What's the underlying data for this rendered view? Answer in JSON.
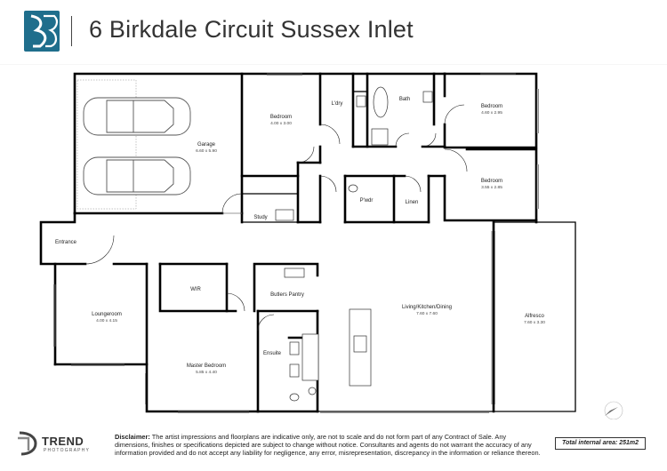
{
  "header": {
    "title": "6 Birkdale Circuit Sussex Inlet",
    "brand_color": "#1f6e8c"
  },
  "rooms": {
    "garage": {
      "name": "Garage",
      "dims": "6.60 x 5.90"
    },
    "bedroom_mid": {
      "name": "Bedroom",
      "dims": "4.00 x 3.00"
    },
    "laundry": {
      "name": "L'dry"
    },
    "bath": {
      "name": "Bath"
    },
    "bedroom_top_right": {
      "name": "Bedroom",
      "dims": "4.60 x 2.95"
    },
    "bedroom_right": {
      "name": "Bedroom",
      "dims": "3.55 x 2.85"
    },
    "powder": {
      "name": "P'wdr"
    },
    "linen": {
      "name": "Linen"
    },
    "study": {
      "name": "Study"
    },
    "entrance": {
      "name": "Entrance"
    },
    "wir": {
      "name": "WIR"
    },
    "butlers": {
      "name": "Butlers Pantry"
    },
    "loungeroom": {
      "name": "Loungeroom",
      "dims": "4.00 x 4.15"
    },
    "living": {
      "name": "Living/Kitchen/Dining",
      "dims": "7.60 x 7.60"
    },
    "alfresco": {
      "name": "Alfresco",
      "dims": "7.60 x 3.30"
    },
    "ensuite": {
      "name": "Ensuite"
    },
    "master": {
      "name": "Master Bedroom",
      "dims": "5.85 x 4.40"
    }
  },
  "footer": {
    "brand_name": "TREND",
    "brand_sub": "PHOTOGRAPHY",
    "disclaimer_label": "Disclaimer:",
    "disclaimer_text": "The artist impressions and floorplans are indicative only, are not to scale and do not form part of any Contract of Sale. Any dimensions, finishes or specifications depicted are subject to change without notice. Consultants and agents do not warrant the accuracy of any information provided and do not accept any liability for negligence, any error, misrepresentation, discrepancy in the information or reliance thereon.",
    "total_area": "Total internal area: 251m2"
  }
}
